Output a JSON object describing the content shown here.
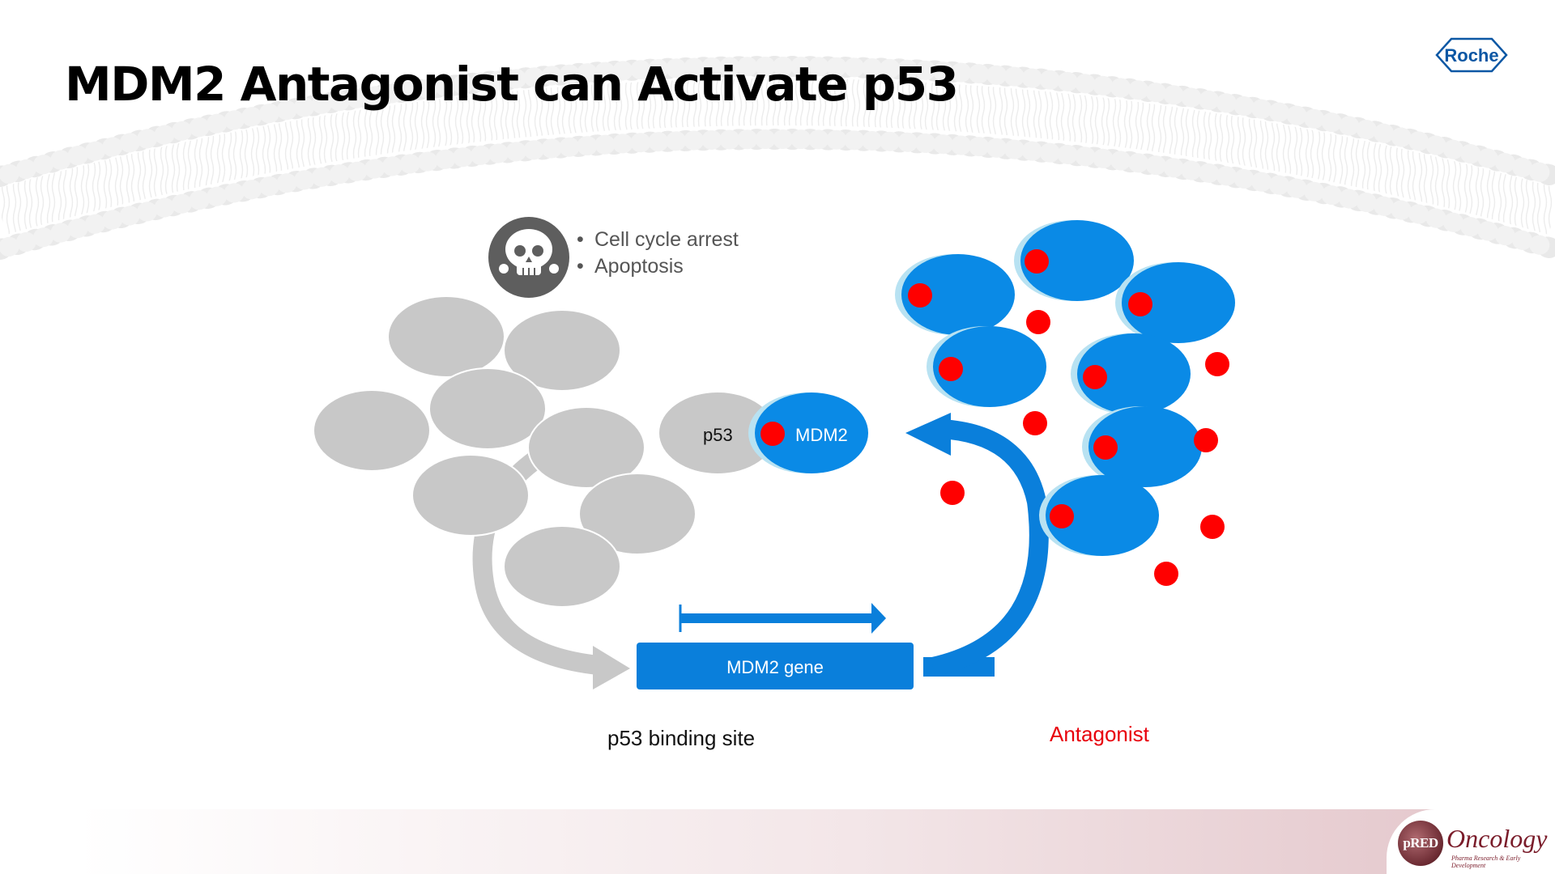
{
  "slide": {
    "title": "MDM2 Antagonist can Activate p53",
    "logo_roche": "Roche",
    "logo_pred_badge": "pRED",
    "logo_pred_word": "Oncology",
    "logo_pred_sub": "Pharma Research & Early Development"
  },
  "diagram": {
    "outcome_icon": "skull-icon",
    "outcomes": [
      "Cell cycle arrest",
      "Apoptosis"
    ],
    "complex_p53_label": "p53",
    "complex_mdm2_label": "MDM2",
    "gene_label": "MDM2 gene",
    "binding_site_label": "p53 binding site",
    "antagonist_label": "Antagonist"
  },
  "colors": {
    "p53_gray": "#c8c8c8",
    "mdm2_blue": "#0a8ae6",
    "gene_blue": "#0a7fdb",
    "antagonist_red": "#ff0000",
    "pocket_light_blue": "#b8e2f2",
    "icon_gray": "#5e5e5e",
    "membrane_gray": "#e8e8e8"
  }
}
